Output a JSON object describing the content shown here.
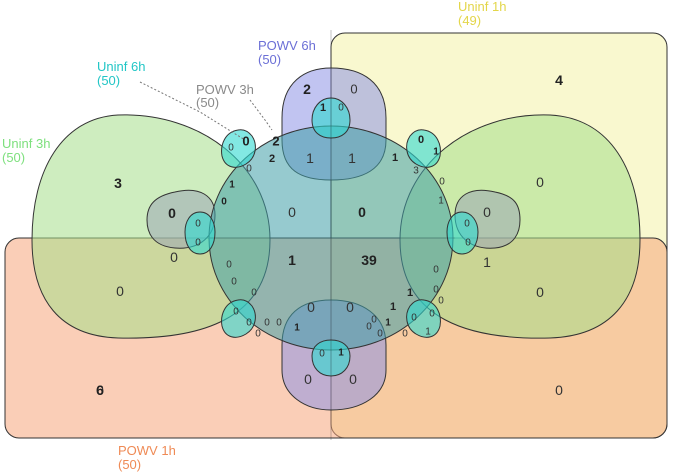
{
  "sets": [
    {
      "id": "uninf1h",
      "name": "Uninf 1h",
      "size": "(49)",
      "color": "#e3d64a",
      "fill": "#f4f2a8"
    },
    {
      "id": "powv1h",
      "name": "POWV 1h",
      "size": "(50)",
      "color": "#ef8a55",
      "fill": "#f5a57c"
    },
    {
      "id": "uninf3h",
      "name": "Uninf 3h",
      "size": "(50)",
      "color": "#7ee07e",
      "fill": "#a6df8a"
    },
    {
      "id": "powv3h",
      "name": "POWV 3h",
      "size": "(50)",
      "color": "#8a8a8a",
      "fill": "#9aa6b4"
    },
    {
      "id": "uninf6h",
      "name": "Uninf 6h",
      "size": "(50)",
      "color": "#22c6c6",
      "fill": "#2ed9d0"
    },
    {
      "id": "powv6h",
      "name": "POWV 6h",
      "size": "(50)",
      "color": "#6b6fd6",
      "fill": "#8e93e6"
    }
  ],
  "counts": [
    "4",
    "2",
    "0",
    "1",
    "0",
    "3",
    "2",
    "0",
    "0",
    "0",
    "2",
    "1",
    "0",
    "0",
    "1",
    "1",
    "1",
    "0",
    "1",
    "3",
    "0",
    "1",
    "0",
    "0",
    "0",
    "0",
    "0",
    "0",
    "1",
    "0",
    "0",
    "1",
    "39",
    "0",
    "0",
    "0",
    "0",
    "0",
    "0",
    "0",
    "0",
    "0",
    "1",
    "0",
    "0",
    "1",
    "0",
    "0",
    "0",
    "0",
    "1",
    "0",
    "1",
    "0",
    "0",
    "1",
    "0",
    "0",
    "0",
    "0",
    "0",
    "1",
    "0",
    "6",
    "0",
    "0",
    "0"
  ]
}
